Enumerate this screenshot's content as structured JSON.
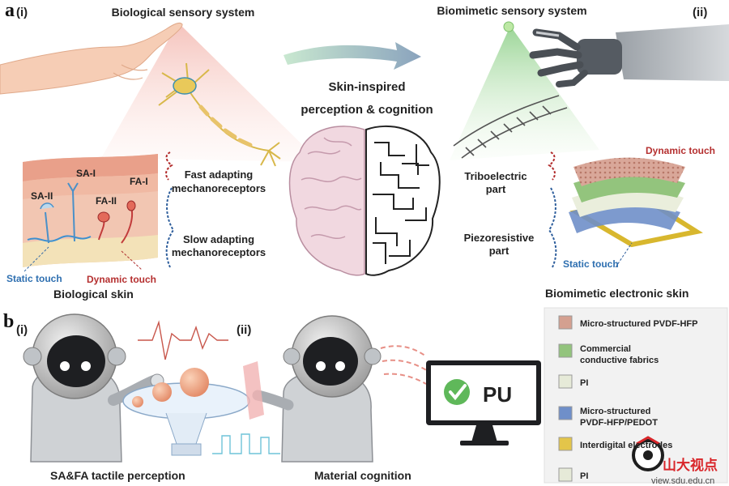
{
  "panel_a": {
    "letter": "a",
    "sub_i": "(i)",
    "sub_ii": "(ii)",
    "bio_title": "Biological sensory system",
    "biomimetic_title": "Biomimetic sensory system",
    "center_line1": "Skin-inspired",
    "center_line2": "perception & cognition",
    "skin_labels": {
      "sa1": "SA-I",
      "sa2": "SA-II",
      "fa1": "FA-I",
      "fa2": "FA-II"
    },
    "fast1": "Fast adapting",
    "fast2": "mechanoreceptors",
    "slow1": "Slow adapting",
    "slow2": "mechanoreceptors",
    "static_touch_left": "Static touch",
    "dynamic_touch_left": "Dynamic touch",
    "biological_skin": "Biological skin",
    "tribo1": "Triboelectric",
    "tribo2": "part",
    "piezo1": "Piezoresistive",
    "piezo2": "part",
    "dynamic_touch_right": "Dynamic touch",
    "static_touch_right": "Static touch",
    "biomimetic_skin": "Biomimetic electronic skin"
  },
  "panel_b": {
    "letter": "b",
    "sub_i": "(i)",
    "sub_ii": "(ii)",
    "caption_left": "SA&FA tactile perception",
    "caption_right": "Material cognition",
    "monitor_text": "PU"
  },
  "legend": [
    {
      "line1": "Micro-structured PVDF-HFP",
      "line2": "",
      "color": "#d4a090"
    },
    {
      "line1": "Commercial",
      "line2": "conductive fabrics",
      "color": "#93c47d"
    },
    {
      "line1": "PI",
      "line2": "",
      "color": "#e6ead8"
    },
    {
      "line1": "Micro-structured",
      "line2": "PVDF-HFP/PEDOT",
      "color": "#6f8fc9"
    },
    {
      "line1": "Interdigital electrodes",
      "line2": "",
      "color": "#e3c54a"
    },
    {
      "line1": "PI",
      "line2": "",
      "color": "#e6ead8"
    }
  ],
  "watermark": {
    "cn": "山大视点",
    "url": "view.sdu.edu.cn"
  }
}
